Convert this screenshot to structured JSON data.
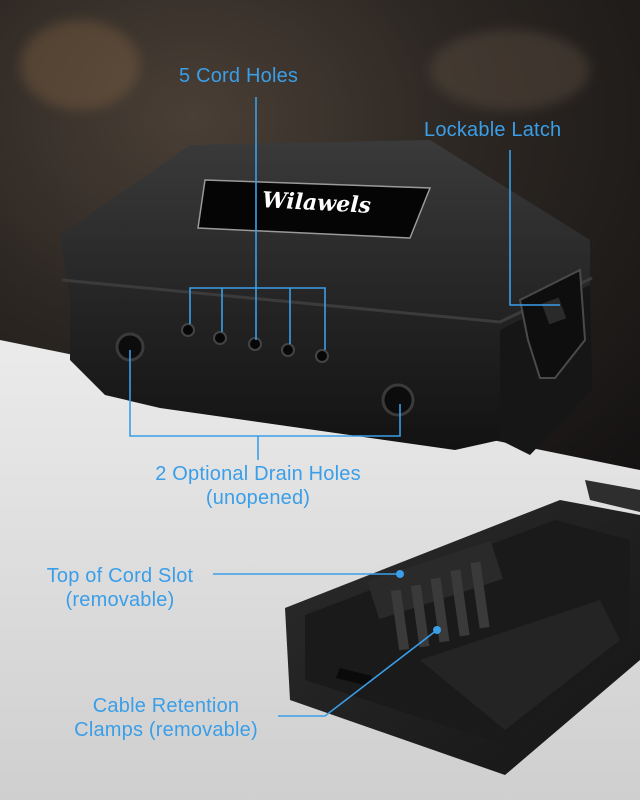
{
  "brand": {
    "logo_text": "Wilawels"
  },
  "labels": {
    "cord_holes": "5 Cord Holes",
    "latch": "Lockable Latch",
    "drain_line1": "2 Optional Drain Holes",
    "drain_line2": "(unopened)",
    "cord_slot_line1": "Top of Cord Slot",
    "cord_slot_line2": "(removable)",
    "clamps_line1": "Cable Retention",
    "clamps_line2": "Clamps (removable)"
  },
  "colors": {
    "accent": "#3a9ee8",
    "box": "#1e1e1e",
    "background_light": "#e2e2e2"
  }
}
